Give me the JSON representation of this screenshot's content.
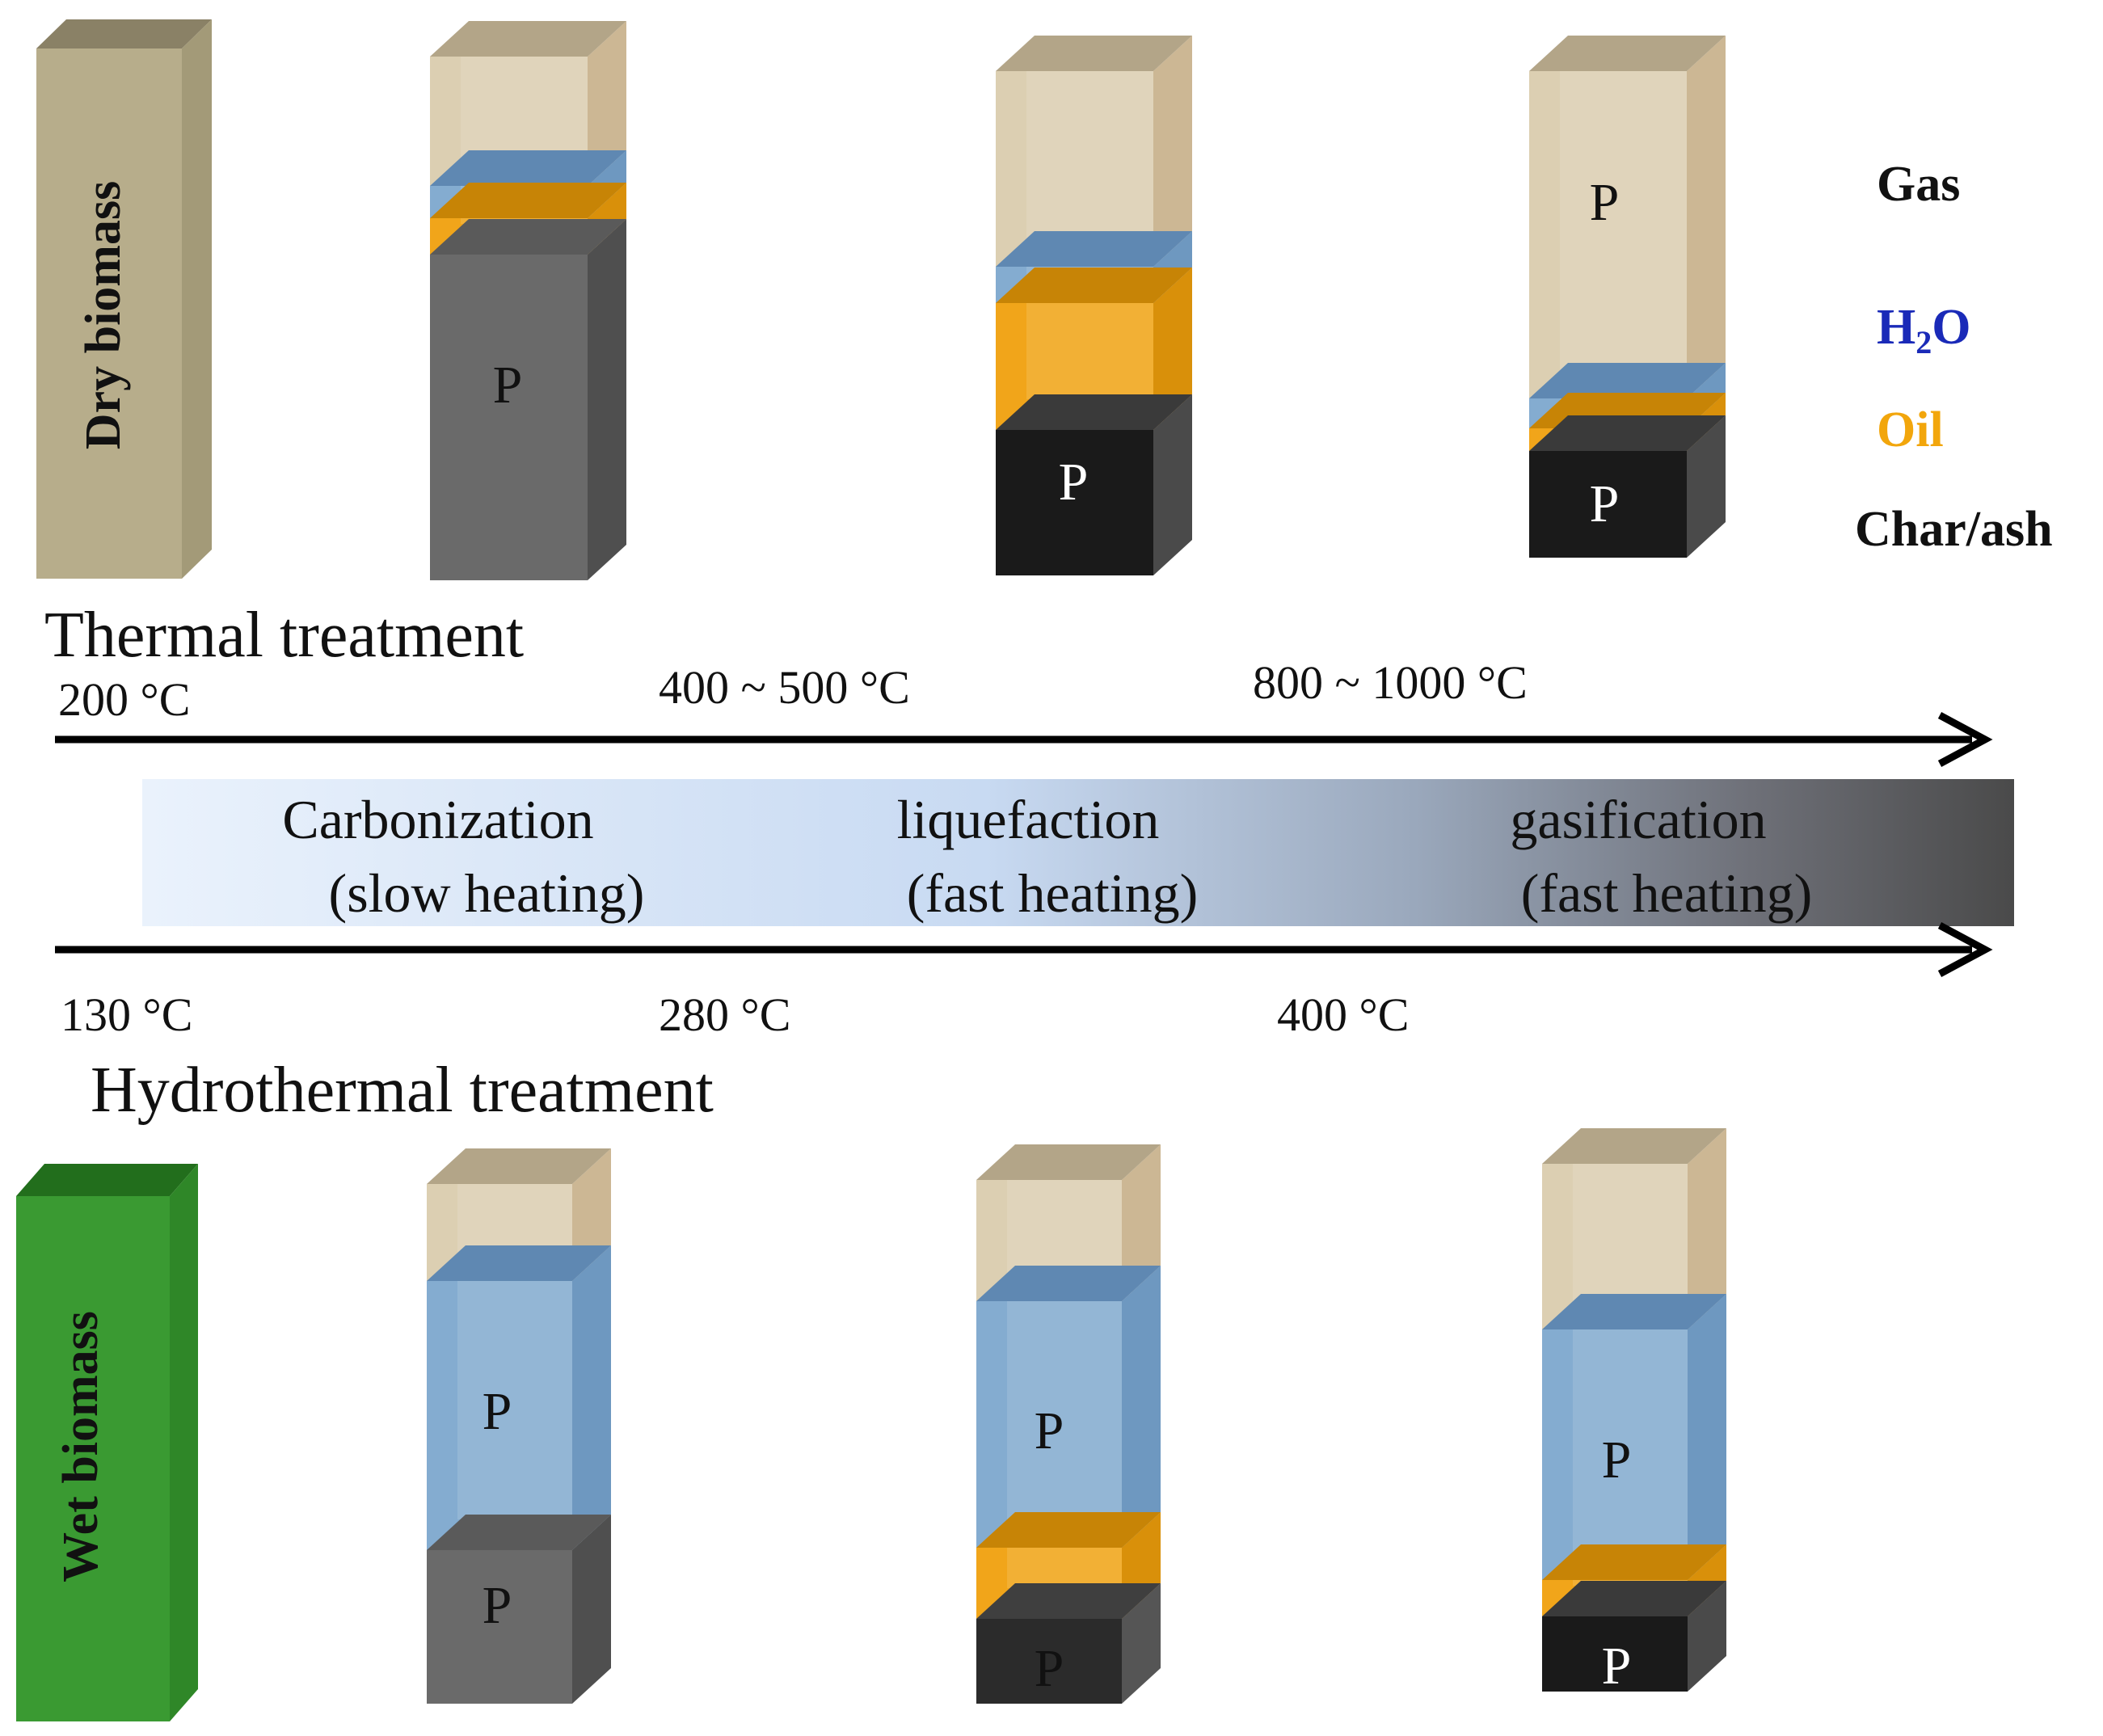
{
  "rows": {
    "dry": {
      "label": "Dry biomass",
      "columns": [
        {
          "p_labels": [
            "P"
          ]
        },
        {
          "p_labels": [
            "P"
          ]
        },
        {
          "p_labels": [
            "P"
          ]
        }
      ]
    },
    "wet": {
      "label": "Wet biomass",
      "columns": [
        {
          "p_labels": [
            "P",
            "P"
          ]
        },
        {
          "p_labels": [
            "P",
            "P"
          ]
        },
        {
          "p_labels": [
            "P",
            "P"
          ]
        }
      ]
    }
  },
  "legend": {
    "gas": "Gas",
    "h2o_main": "H",
    "h2o_sub": "2",
    "h2o_end": "O",
    "oil": "Oil",
    "char": "Char/ash"
  },
  "thermal": {
    "title": "Thermal treatment",
    "temps": [
      "200 °C",
      "400 ~ 500 °C",
      "800 ~ 1000 °C"
    ]
  },
  "band": {
    "stages": [
      {
        "name": "Carbonization",
        "note": "(slow heating)"
      },
      {
        "name": "liquefaction",
        "note": "(fast heating)"
      },
      {
        "name": "gasification",
        "note": "(fast heating)"
      }
    ]
  },
  "hydrothermal": {
    "title": "Hydrothermal treatment",
    "temps": [
      "130 °C",
      "280 °C",
      "400 °C"
    ]
  },
  "colors": {
    "gas": "#dccfb2",
    "water": "#84acd0",
    "oil": "#f1a51a",
    "char": "#1a1a1a",
    "solid_gray": "#6a6a6a",
    "dry_biomass": "#b7ad8b",
    "wet_biomass": "#3a9a32",
    "legend_h2o": "#1a2ab8",
    "legend_oil": "#f2a60c",
    "band_start": "#eaf2fc",
    "band_end": "#4a4a4a"
  }
}
